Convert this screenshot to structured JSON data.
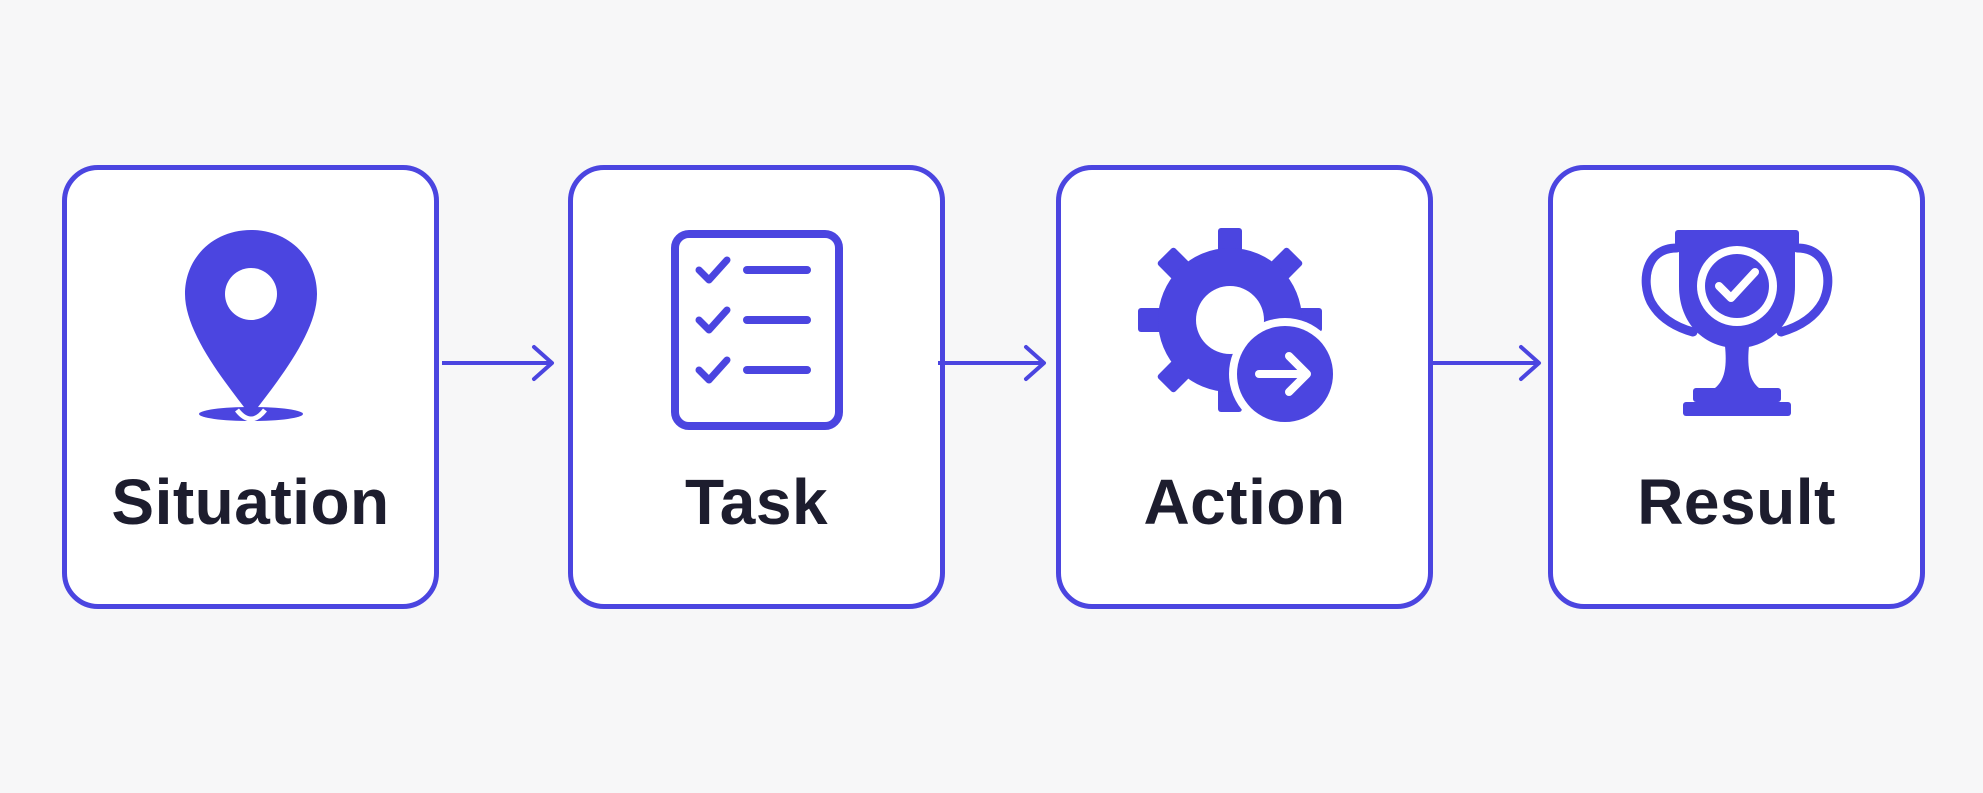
{
  "diagram": {
    "accent_color": "#4b45e0",
    "text_color": "#1d1d2e",
    "steps": [
      {
        "label": "Situation",
        "icon": "map-pin-icon"
      },
      {
        "label": "Task",
        "icon": "checklist-icon"
      },
      {
        "label": "Action",
        "icon": "gear-arrow-icon"
      },
      {
        "label": "Result",
        "icon": "trophy-check-icon"
      }
    ]
  }
}
